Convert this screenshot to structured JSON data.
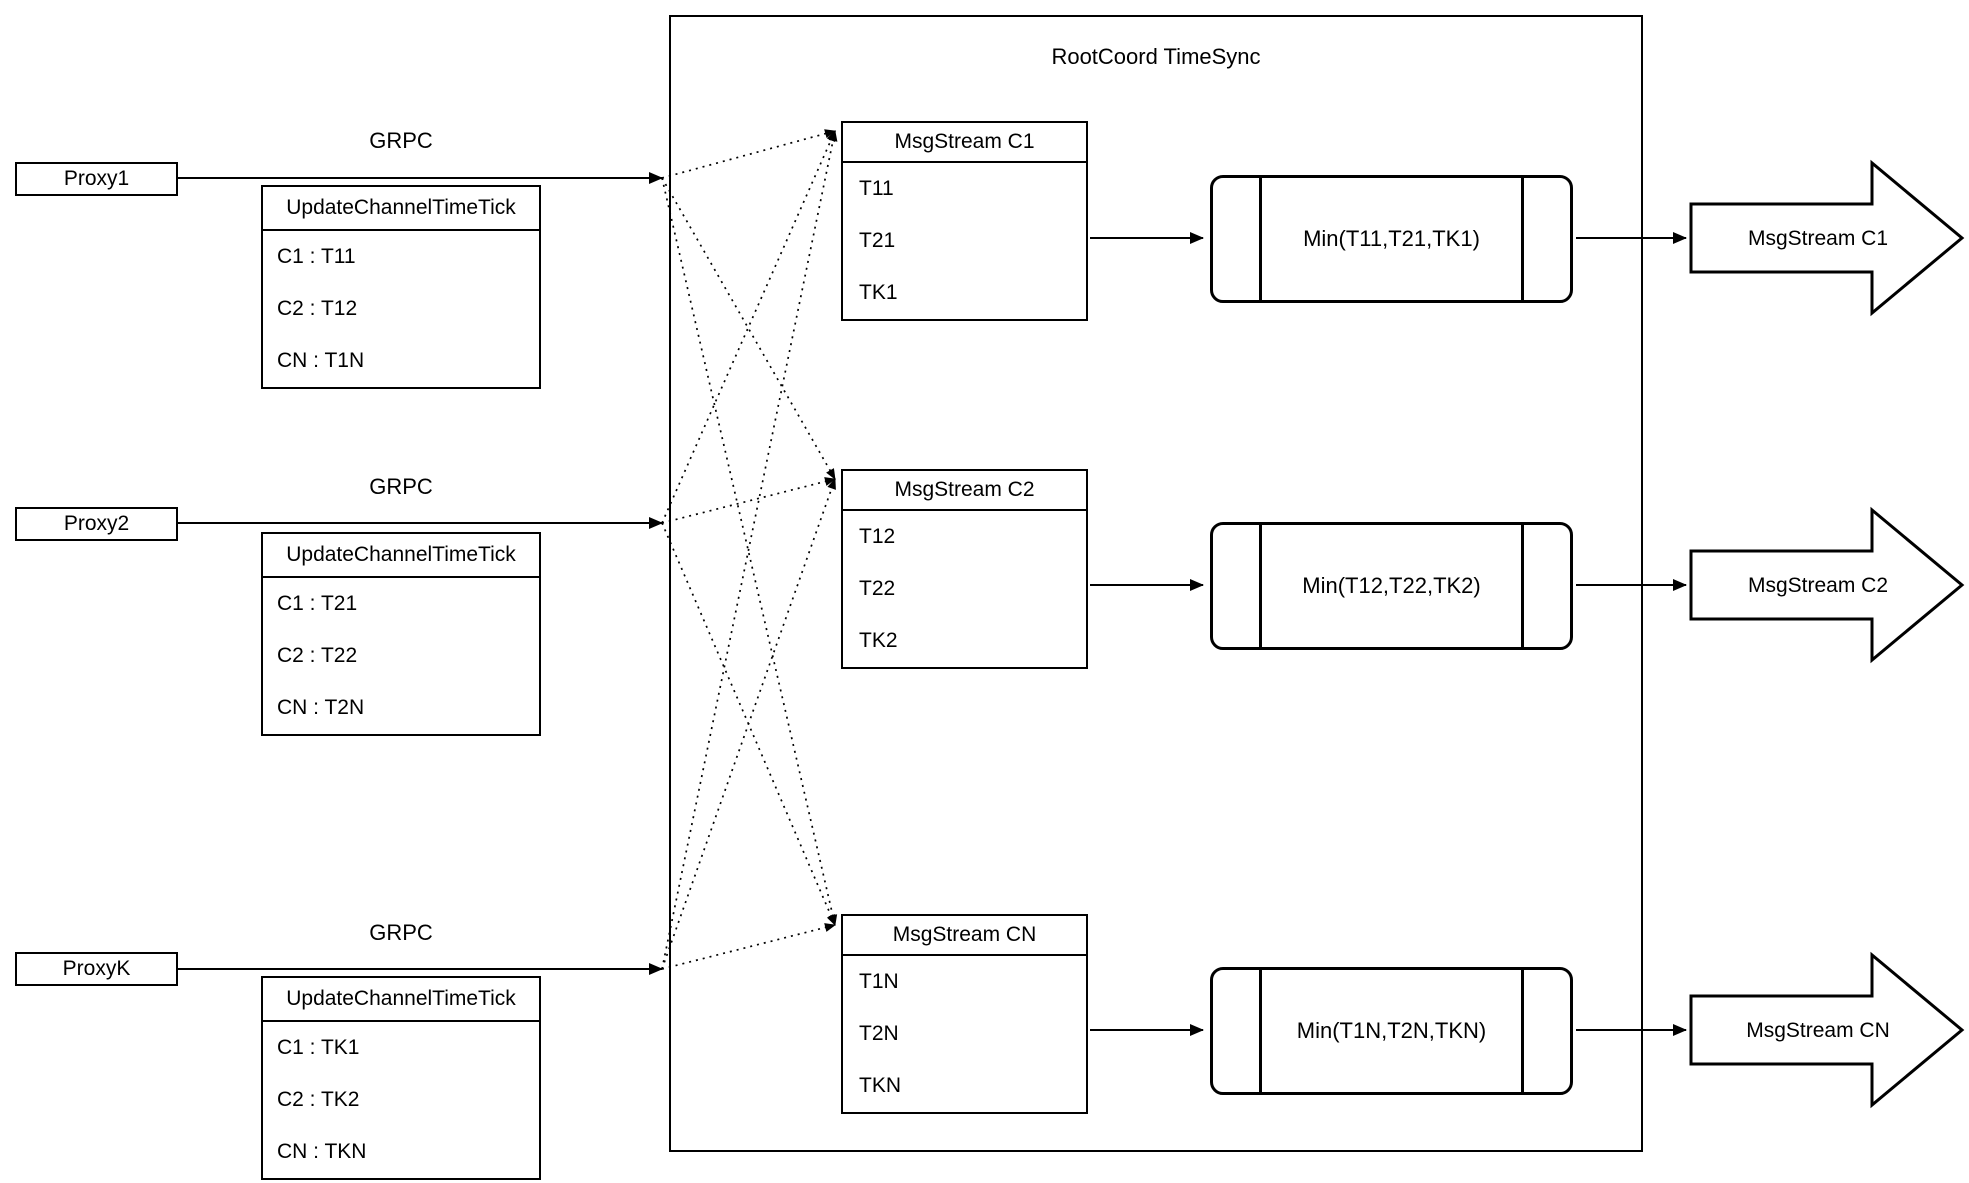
{
  "diagram": {
    "title": "RootCoord TimeSync"
  },
  "proxies": [
    {
      "name": "Proxy1",
      "protocol": "GRPC",
      "table": {
        "header": "UpdateChannelTimeTick",
        "rows": [
          "C1 : T11",
          "C2 : T12",
          "CN : T1N"
        ]
      }
    },
    {
      "name": "Proxy2",
      "protocol": "GRPC",
      "table": {
        "header": "UpdateChannelTimeTick",
        "rows": [
          "C1 : T21",
          "C2 : T22",
          "CN : T2N"
        ]
      }
    },
    {
      "name": "ProxyK",
      "protocol": "GRPC",
      "table": {
        "header": "UpdateChannelTimeTick",
        "rows": [
          "C1 : TK1",
          "C2 : TK2",
          "CN : TKN"
        ]
      }
    }
  ],
  "streams": [
    {
      "header": "MsgStream C1",
      "rows": [
        "T11",
        "T21",
        "TK1"
      ],
      "min_label": "Min(T11,T21,TK1)",
      "output_label": "MsgStream C1"
    },
    {
      "header": "MsgStream C2",
      "rows": [
        "T12",
        "T22",
        "TK2"
      ],
      "min_label": "Min(T12,T22,TK2)",
      "output_label": "MsgStream C2"
    },
    {
      "header": "MsgStream CN",
      "rows": [
        "T1N",
        "T2N",
        "TKN"
      ],
      "min_label": "Min(T1N,T2N,TKN)",
      "output_label": "MsgStream CN"
    }
  ],
  "colors": {
    "stroke": "#000000",
    "background": "#ffffff"
  }
}
